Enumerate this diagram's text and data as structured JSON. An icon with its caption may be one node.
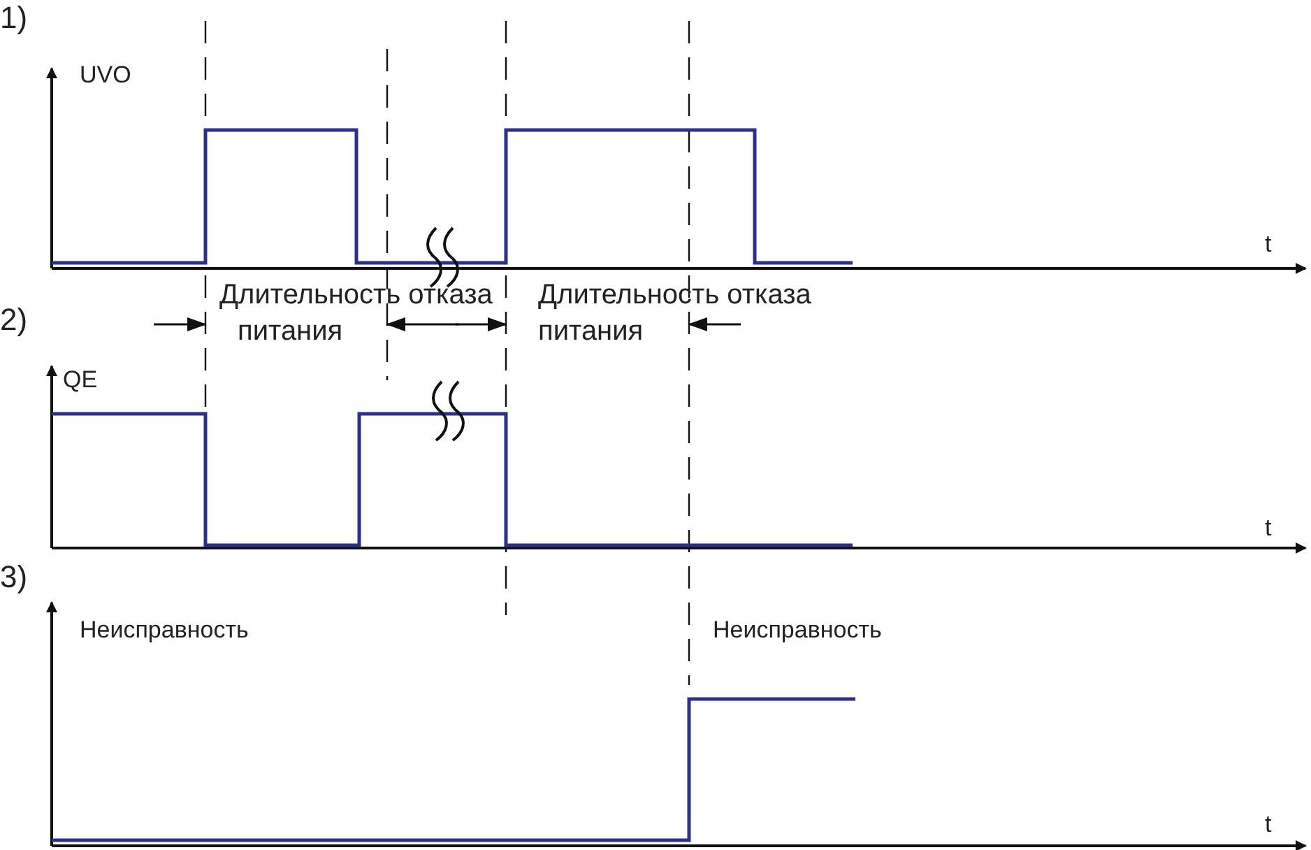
{
  "diagram": {
    "labels": [
      "1)",
      "UVO",
      "t",
      "Длительность отказа питания",
      "Длительность отказа питания",
      "2)",
      "QE",
      "t",
      "3)",
      "Неисправность",
      "Неисправность",
      "t"
    ]
  }
}
